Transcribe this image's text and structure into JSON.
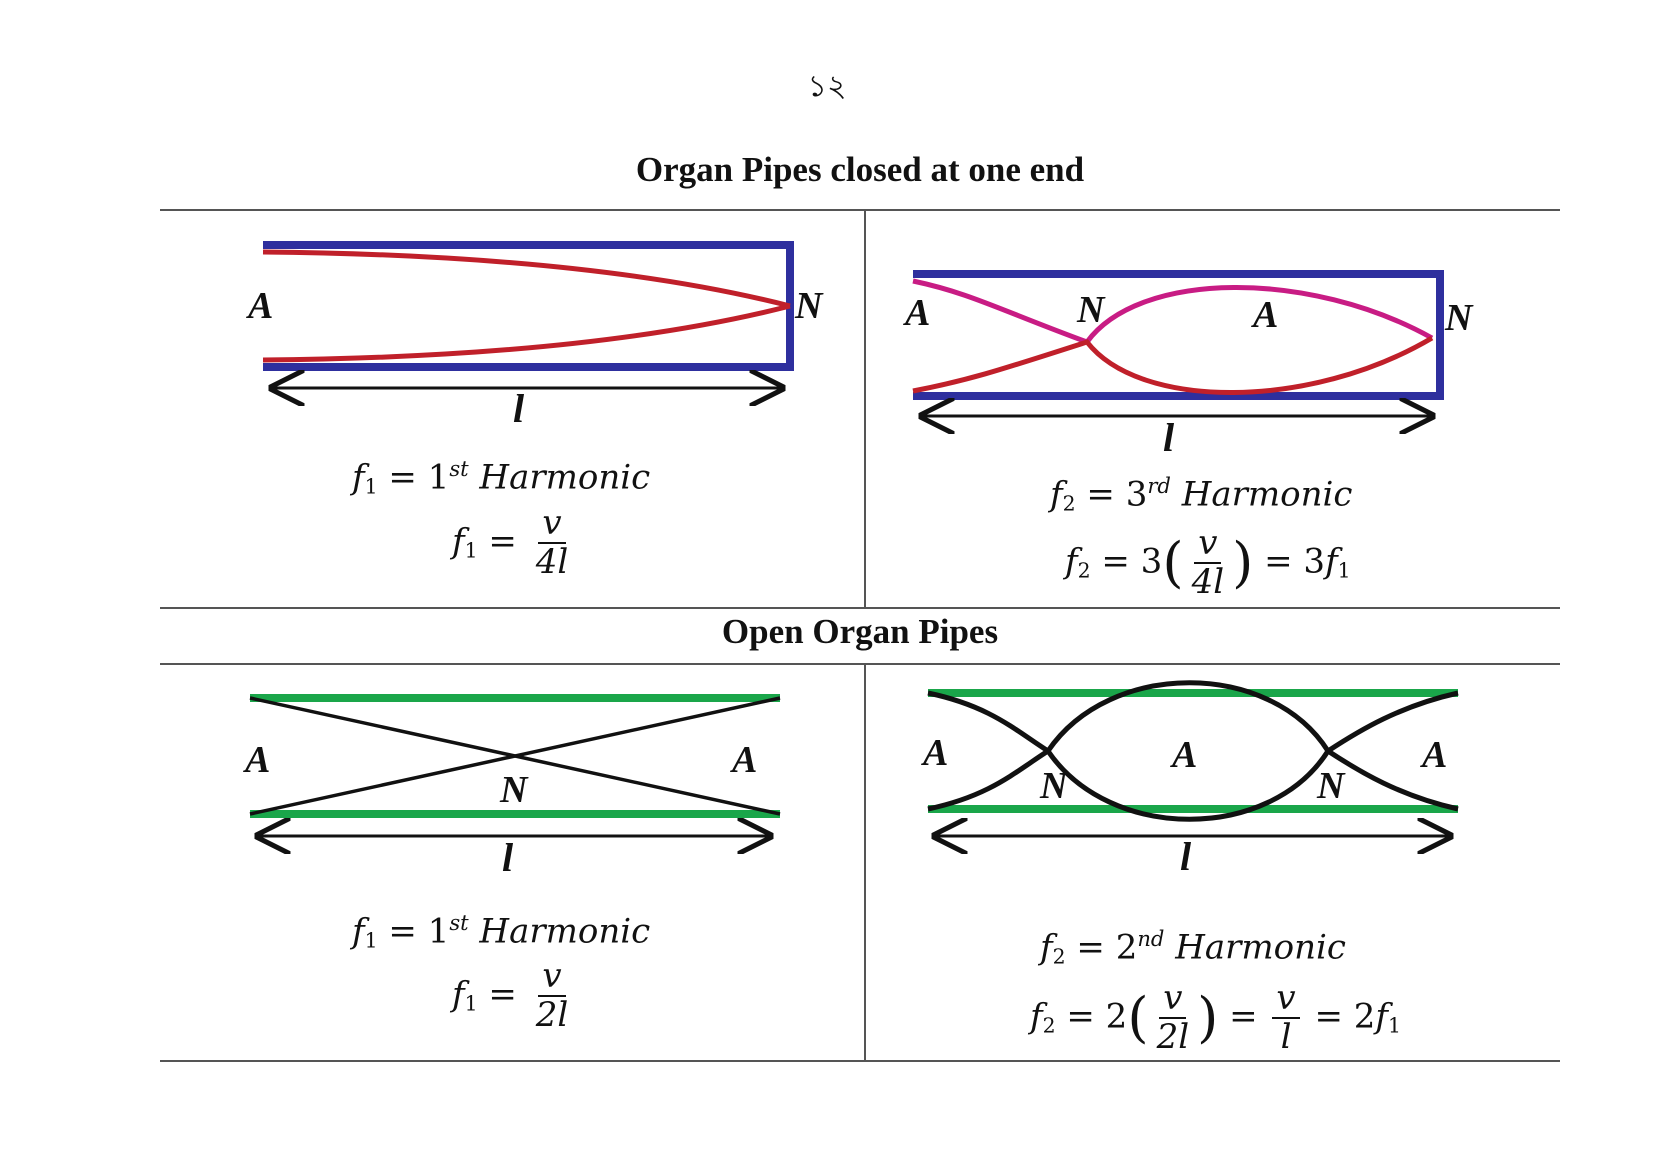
{
  "page_number": "১২",
  "sections": {
    "closed": {
      "title": "Organ Pipes closed at one end",
      "left": {
        "labels": {
          "left_end": "A",
          "right_end": "N",
          "length": "l"
        },
        "eq1": {
          "f": "f",
          "sub": "1",
          "eq": " = ",
          "num": "1",
          "sup": "st",
          "word": " Harmonic"
        },
        "eq2": {
          "f": "f",
          "sub": "1",
          "eq": " = ",
          "num": "v",
          "den": "4l"
        }
      },
      "right": {
        "labels": {
          "left_end": "A",
          "node": "N",
          "antinode": "A",
          "right_end": "N",
          "length": "l"
        },
        "eq1": {
          "f": "f",
          "sub": "2",
          "eq": " = ",
          "num": "3",
          "sup": "rd",
          "word": " Harmonic"
        },
        "eq2": {
          "f": "f",
          "sub": "2",
          "eq": " = 3",
          "lp": "(",
          "num": "v",
          "den": "4l",
          "rp": ")",
          "tail": " = 3",
          "tail_f": "f",
          "tail_sub": "1"
        }
      }
    },
    "open": {
      "title": "Open Organ Pipes",
      "left": {
        "labels": {
          "left_end": "A",
          "node": "N",
          "right_end": "A",
          "length": "l"
        },
        "eq1": {
          "f": "f",
          "sub": "1",
          "eq": " = ",
          "num": "1",
          "sup": "st",
          "word": " Harmonic"
        },
        "eq2": {
          "f": "f",
          "sub": "1",
          "eq": " = ",
          "num": "v",
          "den": "2l"
        }
      },
      "right": {
        "labels": {
          "left_end": "A",
          "node1": "N",
          "antinode": "A",
          "node2": "N",
          "right_end": "A",
          "length": "l"
        },
        "eq1": {
          "f": "f",
          "sub": "2",
          "eq": " = ",
          "num": "2",
          "sup": "nd",
          "word": "  Harmonic"
        },
        "eq2": {
          "f": "f",
          "sub": "2",
          "eq": " = 2",
          "lp": "(",
          "num": "v",
          "den": "2l",
          "rp": ")",
          "mid": " = ",
          "num2": "v",
          "den2": "l",
          "tail": " = 2",
          "tail_f": "f",
          "tail_sub": "1"
        }
      }
    }
  },
  "colors": {
    "closed_pipe": "#2e2f9e",
    "closed_wave": "#c0202a",
    "closed_wave_alt": "#c81c84",
    "open_pipe": "#1aa64a",
    "open_wave": "#111111"
  }
}
